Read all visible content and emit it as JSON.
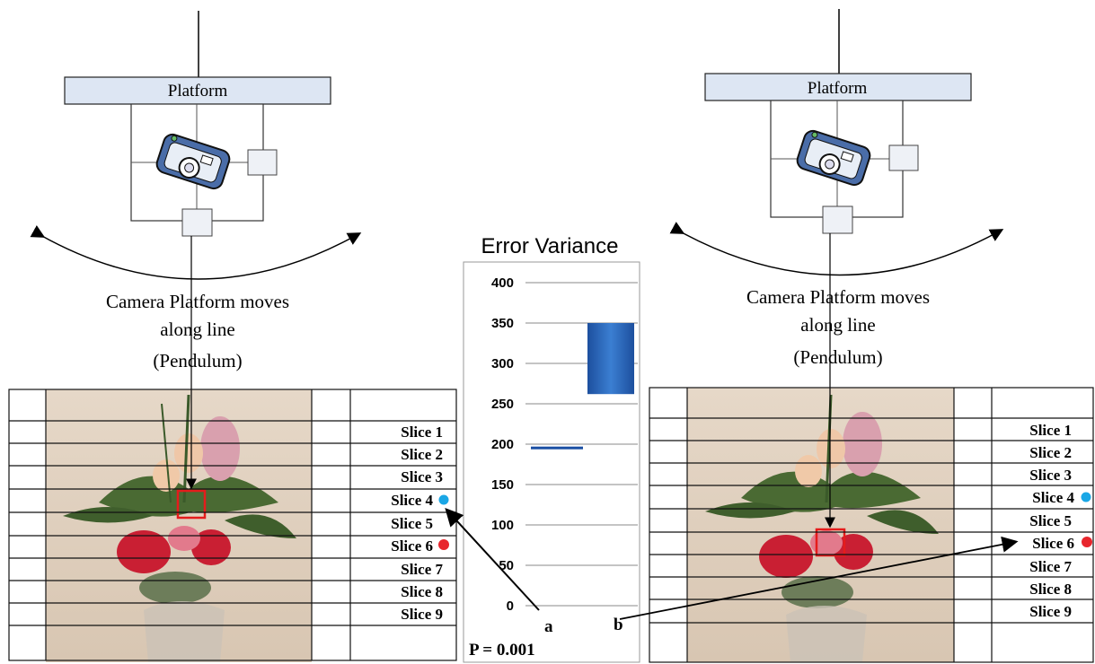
{
  "left_panel": {
    "platform_label": "Platform",
    "caption_line1": "Camera Platform moves",
    "caption_line2": "along line",
    "caption_line3": "(Pendulum)",
    "slices": [
      "Slice 1",
      "Slice 2",
      "Slice 3",
      "Slice 4",
      "Slice 5",
      "Slice 6",
      "Slice 7",
      "Slice 8",
      "Slice 9"
    ]
  },
  "right_panel": {
    "platform_label": "Platform",
    "caption_line1": "Camera Platform moves",
    "caption_line2": "along line",
    "caption_line3": "(Pendulum)",
    "slices": [
      "Slice 1",
      "Slice 2",
      "Slice 3",
      "Slice 4",
      "Slice 5",
      "Slice 6",
      "Slice 7",
      "Slice 8",
      "Slice 9"
    ]
  },
  "markers": {
    "slice4_color": "#1aa7e6",
    "slice6_color": "#e8262d"
  },
  "chart_data": {
    "type": "bar",
    "title": "Error Variance",
    "categories": [
      "a",
      "b"
    ],
    "ranges": [
      [
        194,
        197
      ],
      [
        262,
        350
      ]
    ],
    "ylim": [
      0,
      400
    ],
    "yticks": [
      0,
      50,
      100,
      150,
      200,
      250,
      300,
      350,
      400
    ],
    "grid": true,
    "bar_color": "#1a4fa3",
    "annotation": "P = 0.001"
  }
}
